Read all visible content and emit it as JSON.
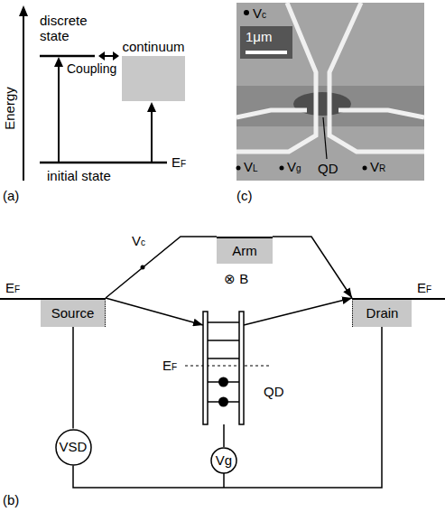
{
  "diagram": {
    "nodes": [
      {
        "text": [
          "continuum"
        ]
      },
      {
        "text": [
          "Arm"
        ]
      },
      {
        "text": [
          "Source"
        ]
      },
      {
        "text": [
          "Drain"
        ]
      },
      {
        "text": [
          "QD"
        ]
      },
      {
        "text": [
          "VSD"
        ]
      },
      {
        "text": [
          "Vg"
        ]
      }
    ],
    "edges": [
      {
        "from": 2,
        "to": 1,
        "arrow": "none"
      },
      {
        "from": 1,
        "to": 3,
        "arrow": "to"
      },
      {
        "from": 2,
        "to": 4,
        "arrow": "to"
      },
      {
        "from": 4,
        "to": 3,
        "arrow": "to"
      },
      {
        "from": 2,
        "to": 5,
        "arrow": "none"
      },
      {
        "from": 5,
        "to": 3,
        "arrow": "none"
      },
      {
        "from": 6,
        "to": 4,
        "arrow": "none"
      }
    ],
    "labels": [
      "(a)",
      "Energy",
      "discrete state",
      "Coupling",
      "initial state",
      "EF",
      "1μm",
      "Vc",
      "VL",
      "Vg",
      "QD",
      "VR",
      "(c)",
      "Vc",
      "EF",
      "EF",
      "⊗ B",
      "EF",
      "(b)"
    ]
  }
}
